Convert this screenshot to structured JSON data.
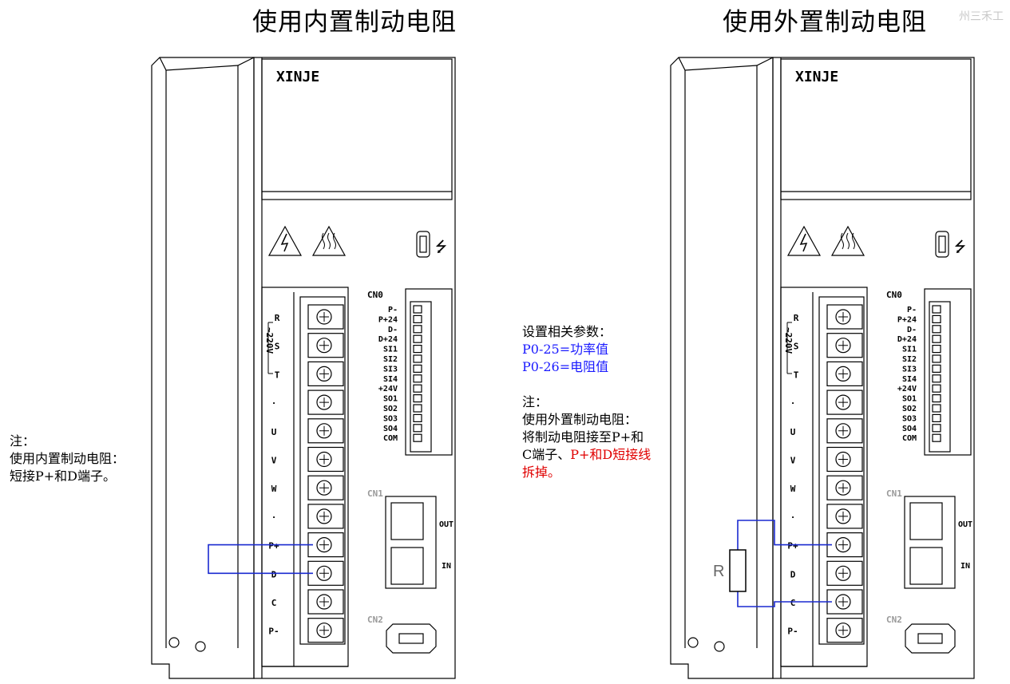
{
  "titles": {
    "left": "使用内置制动电阻",
    "right": "使用外置制动电阻"
  },
  "watermark": "州三禾工",
  "brand": "XINJE",
  "cn0_label": "CN0",
  "cn0_pins": [
    "P-",
    "P+24",
    "D-",
    "D+24",
    "SI1",
    "SI2",
    "SI3",
    "SI4",
    "+24V",
    "SO1",
    "SO2",
    "SO3",
    "SO4",
    "COM"
  ],
  "cn1_label": "CN1",
  "cn2_label": "CN2",
  "port_out": "OUT",
  "port_in": "IN",
  "power_label": "~220V",
  "terminals": [
    "R",
    "S",
    "T",
    "·",
    "U",
    "V",
    "W",
    "·",
    "P+",
    "D",
    "C",
    "P-"
  ],
  "resistor_label": "R",
  "left_note": {
    "heading": "注：",
    "line1": "使用内置制动电阻：",
    "line2": "短接P+和D端子。"
  },
  "middle_note": {
    "heading": "设置相关参数：",
    "param1": "P0-25=功率值",
    "param2": "P0-26=电阻值",
    "note_heading": "注：",
    "line1": "使用外置制动电阻：",
    "line2": "将制动电阻接至P+和",
    "line3_black": "C端子、",
    "line3_red": "P+和D短接线",
    "line4_red": "拆掉。"
  },
  "colors": {
    "wire": "#1a2ad0",
    "param_text": "#1a1aff",
    "warning_text": "#e00000"
  }
}
